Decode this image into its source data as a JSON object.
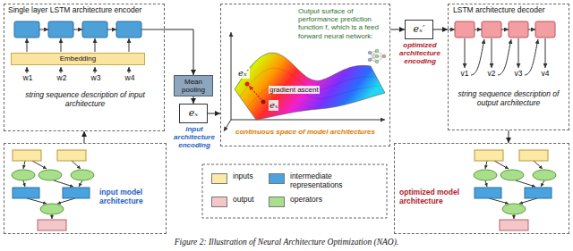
{
  "diagram": {
    "caption": "Figure 2: Illustration of Neural Architecture Optimization (NAO).",
    "nodes": [
      {
        "text": [
          "Single layer LSTM architecture encoder",
          "w1",
          "w2",
          "w3",
          "w4",
          "string sequence description of input architecture"
        ]
      },
      {
        "text": [
          "Embedding"
        ],
        "in": 0
      },
      {
        "text": [
          "Mean pooling"
        ]
      },
      {
        "text": [
          "eₓ",
          "input architecture encoding"
        ]
      },
      {
        "text": [
          "Output surface of performance prediction function f, which is a feed forward neural network:",
          "gradient ascent",
          "eₓ′",
          "eₓ",
          "continuous space of model architectures"
        ]
      },
      {
        "text": [
          "eₓ′",
          "optimized architecture encoding"
        ]
      },
      {
        "text": [
          "LSTM architecture decoder",
          "v1",
          "v2",
          "v3",
          "v4",
          "string sequence description of output architecture"
        ]
      },
      {
        "text": [
          "input model architecture"
        ]
      },
      {
        "text": [
          "optimized model architecture"
        ]
      }
    ],
    "edges": [
      {
        "from": 0,
        "to": 2,
        "arrow": "to"
      },
      {
        "from": 2,
        "to": 3,
        "arrow": "to"
      },
      {
        "from": 3,
        "to": 4,
        "arrow": "to"
      },
      {
        "from": 4,
        "to": 5,
        "arrow": "to"
      },
      {
        "from": 5,
        "to": 6,
        "arrow": "to"
      },
      {
        "from": 7,
        "to": 0,
        "arrow": "to"
      },
      {
        "from": 6,
        "to": 8,
        "arrow": "to"
      }
    ],
    "legend": [
      {
        "text": "inputs",
        "color": "#fce9a6"
      },
      {
        "text": "intermediate representations",
        "color": "#4aa3df"
      },
      {
        "text": "output",
        "color": "#f4c5c9"
      },
      {
        "text": "operators",
        "color": "#a9df8c"
      }
    ]
  }
}
